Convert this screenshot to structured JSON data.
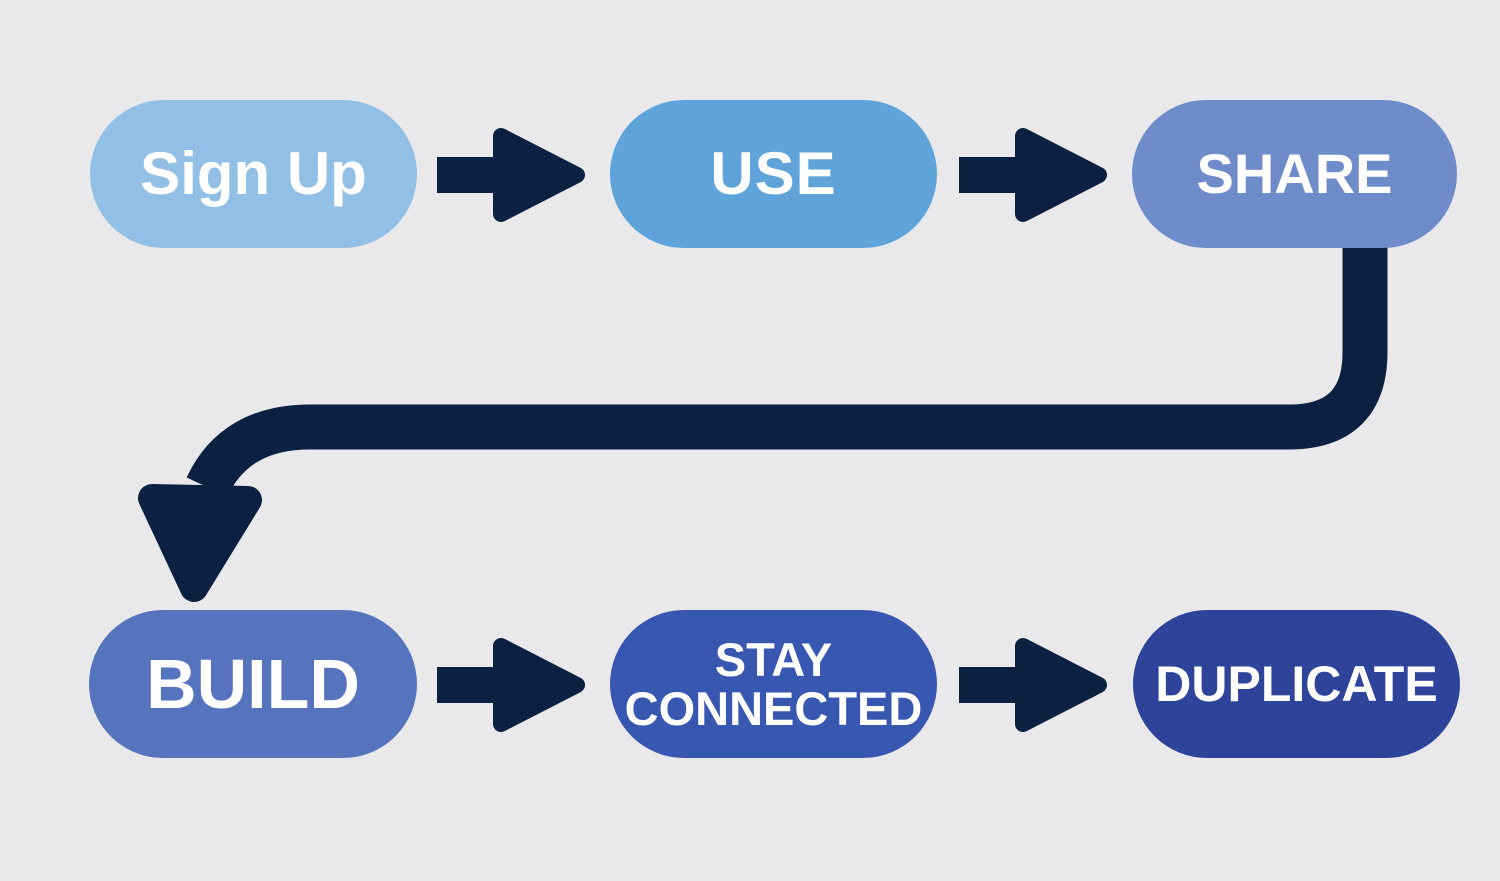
{
  "colors": {
    "background": "#e9e9eb",
    "arrow": "#0c2142",
    "node_text": "#ffffff"
  },
  "nodes": [
    {
      "id": "sign-up",
      "label": "Sign Up",
      "color": "#92bfe6"
    },
    {
      "id": "use",
      "label": "USE",
      "color": "#5ea4da"
    },
    {
      "id": "share",
      "label": "SHARE",
      "color": "#6f8cca"
    },
    {
      "id": "build",
      "label": "BUILD",
      "color": "#5673bd"
    },
    {
      "id": "stay-connected",
      "label": "STAY CONNECTED",
      "label_line1": "STAY",
      "label_line2": "CONNECTED",
      "color": "#3757b1"
    },
    {
      "id": "duplicate",
      "label": "DUPLICATE",
      "color": "#2d449a"
    }
  ],
  "connections": [
    {
      "from": "sign-up",
      "to": "use",
      "style": "straight-right"
    },
    {
      "from": "use",
      "to": "share",
      "style": "straight-right"
    },
    {
      "from": "share",
      "to": "build",
      "style": "curved-down-left"
    },
    {
      "from": "build",
      "to": "stay-connected",
      "style": "straight-right"
    },
    {
      "from": "stay-connected",
      "to": "duplicate",
      "style": "straight-right"
    }
  ]
}
